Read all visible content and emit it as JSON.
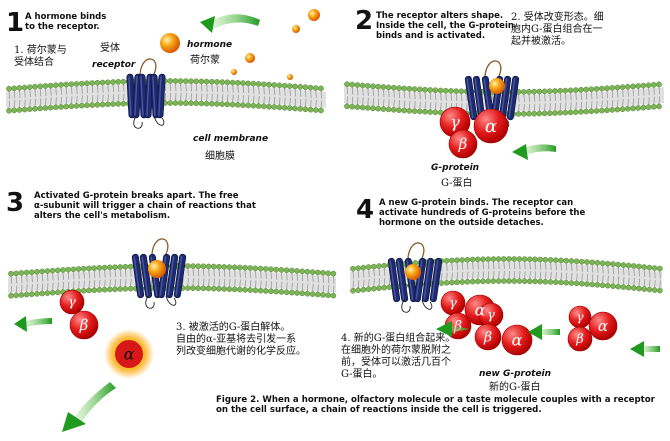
{
  "steps": [
    {
      "number": "1",
      "en": "A hormone binds\nto the receptor.",
      "zh": "1. 荷尔蒙与\n受体结合"
    },
    {
      "number": "2",
      "en": "The receptor alters shape.\nInside the cell, the G-protein\nbinds and is activated.",
      "zh": "2. 受体改变形态。细\n胞内G-蛋白组合在一\n起并被激活。"
    },
    {
      "number": "3",
      "en": "Activated G-protein breaks apart. The free\nα-subunit will trigger a chain of reactions that\nalters the cell's metabolism.",
      "zh": "3. 被激活的G-蛋白解体。\n自由的α-亚基将去引发一系\n列改变细胞代谢的化学反应。"
    },
    {
      "number": "4",
      "en": "A new G-protein binds. The receptor can\nactivate hundreds of G-proteins before the\nhormone on the outside detaches.",
      "zh": "4. 新的G-蛋白组合起来。\n在细胞外的荷尔蒙脱附之\n前，受体可以激活几百个\nG-蛋白。"
    }
  ],
  "labels": {
    "receptor_zh": "受体",
    "receptor_en": "receptor",
    "hormone_en": "hormone",
    "hormone_zh": "荷尔蒙",
    "membrane_en": "cell membrane",
    "membrane_zh": "细胞膜",
    "gprotein_en": "G-protein",
    "gprotein_zh": "G-蛋白",
    "new_gprotein_en": "new G-protein",
    "new_gprotein_zh": "新的G-蛋白"
  },
  "subunits": {
    "gamma": "γ",
    "beta": "β",
    "alpha": "α"
  },
  "caption": {
    "title": "Figure 2.",
    "text": "When a hormone, olfactory molecule or a taste molecule couples with a receptor\non the cell surface, a chain of reactions inside the cell is triggered."
  },
  "colors": {
    "membrane_head": "#7fb35a",
    "membrane_tail": "#c9c9c9",
    "receptor": "#1e2a6e",
    "gprotein": "#e02020",
    "hormone": "#f08a10",
    "arrow": "#2fa02a"
  }
}
